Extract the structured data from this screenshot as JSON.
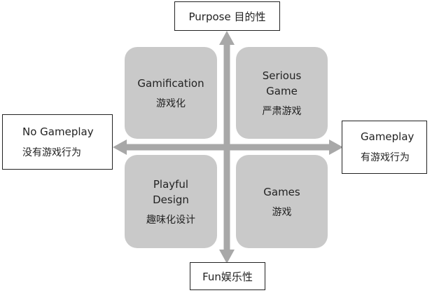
{
  "axes": {
    "top": "Purpose 目的性",
    "bottom": "Fun娱乐性",
    "left": {
      "en": "No Gameplay",
      "cn": "没有游戏行为"
    },
    "right": {
      "en": "Gameplay",
      "cn": "有游戏行为"
    }
  },
  "quadrants": {
    "top_left": {
      "en": "Gamification",
      "cn": "游戏化"
    },
    "top_right": {
      "en": "Serious\nGame",
      "cn": "严肃游戏"
    },
    "bottom_left": {
      "en": "Playful\nDesign",
      "cn": "趣味化设计"
    },
    "bottom_right": {
      "en": "Games",
      "cn": "游戏"
    }
  },
  "colors": {
    "quadrant_fill": "#c9c9c9",
    "axis": "#a8a8a8",
    "border": "#222222"
  }
}
